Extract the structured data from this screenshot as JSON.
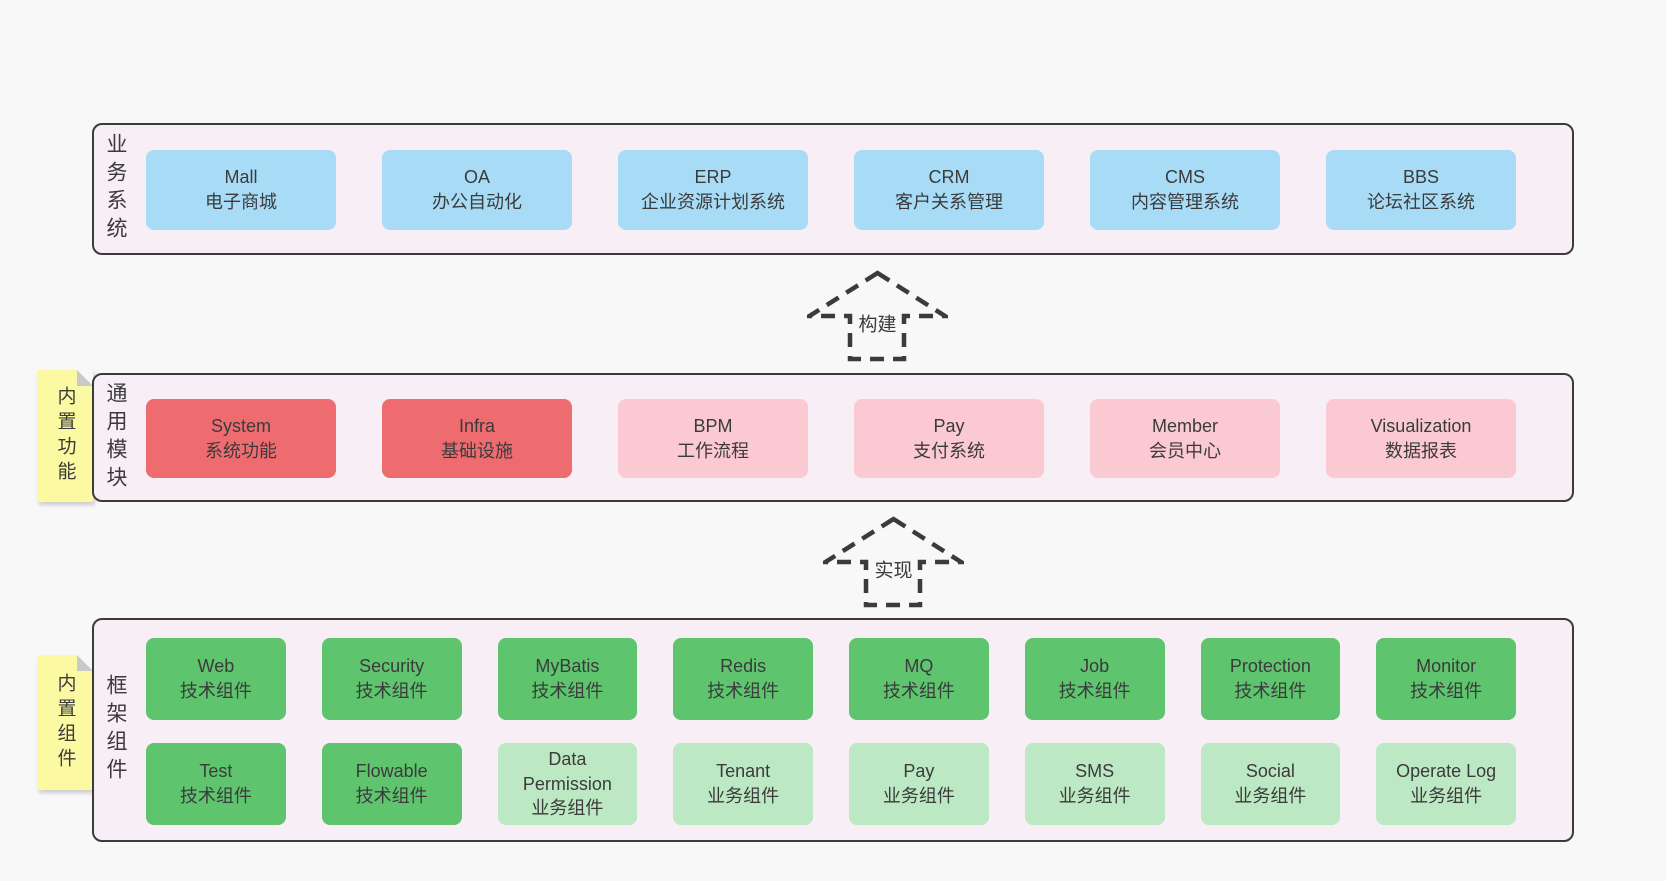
{
  "colors": {
    "page_bg": "#f8f8f8",
    "layer_bg": "#f8eef6",
    "layer_border": "#3b3b3b",
    "blue": "#a8dcf6",
    "red": "#ee6c70",
    "pink": "#fac9d1",
    "green": "#5ec46d",
    "light_green": "#bce8c3",
    "note_yellow": "#fbf9a2",
    "note_fold": "#c9c9c9",
    "text": "#3b3b3b"
  },
  "arrows": [
    {
      "label": "构建"
    },
    {
      "label": "实现"
    }
  ],
  "layers": [
    {
      "id": "business",
      "label": "业务系统",
      "note": null,
      "rows": [
        [
          {
            "title": "Mall",
            "subtitle": "电子商城",
            "variant": "blue"
          },
          {
            "title": "OA",
            "subtitle": "办公自动化",
            "variant": "blue"
          },
          {
            "title": "ERP",
            "subtitle": "企业资源计划系统",
            "variant": "blue"
          },
          {
            "title": "CRM",
            "subtitle": "客户关系管理",
            "variant": "blue"
          },
          {
            "title": "CMS",
            "subtitle": "内容管理系统",
            "variant": "blue"
          },
          {
            "title": "BBS",
            "subtitle": "论坛社区系统",
            "variant": "blue"
          }
        ]
      ]
    },
    {
      "id": "modules",
      "label": "通用模块",
      "note": "内置功能",
      "rows": [
        [
          {
            "title": "System",
            "subtitle": "系统功能",
            "variant": "red"
          },
          {
            "title": "Infra",
            "subtitle": "基础设施",
            "variant": "red"
          },
          {
            "title": "BPM",
            "subtitle": "工作流程",
            "variant": "pink"
          },
          {
            "title": "Pay",
            "subtitle": "支付系统",
            "variant": "pink"
          },
          {
            "title": "Member",
            "subtitle": "会员中心",
            "variant": "pink"
          },
          {
            "title": "Visualization",
            "subtitle": "数据报表",
            "variant": "pink"
          }
        ]
      ]
    },
    {
      "id": "components",
      "label": "框架组件",
      "note": "内置组件",
      "rows": [
        [
          {
            "title": "Web",
            "subtitle": "技术组件",
            "variant": "green"
          },
          {
            "title": "Security",
            "subtitle": "技术组件",
            "variant": "green"
          },
          {
            "title": "MyBatis",
            "subtitle": "技术组件",
            "variant": "green"
          },
          {
            "title": "Redis",
            "subtitle": "技术组件",
            "variant": "green"
          },
          {
            "title": "MQ",
            "subtitle": "技术组件",
            "variant": "green"
          },
          {
            "title": "Job",
            "subtitle": "技术组件",
            "variant": "green"
          },
          {
            "title": "Protection",
            "subtitle": "技术组件",
            "variant": "green"
          },
          {
            "title": "Monitor",
            "subtitle": "技术组件",
            "variant": "green"
          }
        ],
        [
          {
            "title": "Test",
            "subtitle": "技术组件",
            "variant": "green"
          },
          {
            "title": "Flowable",
            "subtitle": "技术组件",
            "variant": "green"
          },
          {
            "title": "Data Permission",
            "subtitle": "业务组件",
            "variant": "lightgreen"
          },
          {
            "title": "Tenant",
            "subtitle": "业务组件",
            "variant": "lightgreen"
          },
          {
            "title": "Pay",
            "subtitle": "业务组件",
            "variant": "lightgreen"
          },
          {
            "title": "SMS",
            "subtitle": "业务组件",
            "variant": "lightgreen"
          },
          {
            "title": "Social",
            "subtitle": "业务组件",
            "variant": "lightgreen"
          },
          {
            "title": "Operate Log",
            "subtitle": "业务组件",
            "variant": "lightgreen"
          }
        ]
      ]
    }
  ]
}
